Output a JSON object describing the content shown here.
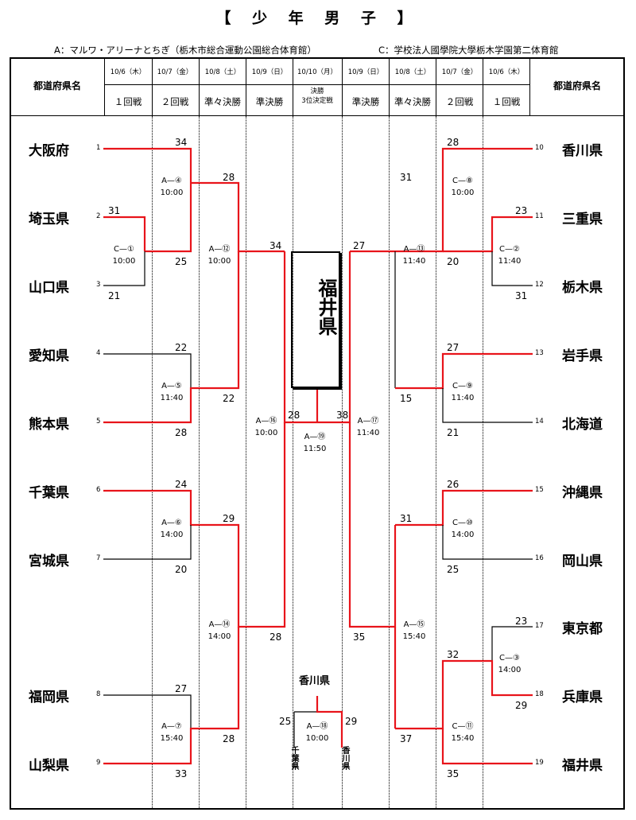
{
  "title": "【 少 年 男 子 】",
  "venues": {
    "a": "A：マルワ・アリーナとちぎ（栃木市総合運動公園総合体育館）",
    "c": "C：学校法人國學院大學栃木学園第二体育館"
  },
  "header": {
    "pref_label_left": "都道府県名",
    "pref_label_right": "都道府県名",
    "columns": [
      {
        "date": "10/6（木）",
        "round": "１回戦"
      },
      {
        "date": "10/7（金）",
        "round": "２回戦"
      },
      {
        "date": "10/8（土）",
        "round": "準々決勝"
      },
      {
        "date": "10/9（日）",
        "round": "準決勝"
      },
      {
        "date": "10/10（月）",
        "round": "決勝\n3位決定戦"
      },
      {
        "date": "10/9（日）",
        "round": "準決勝"
      },
      {
        "date": "10/8（土）",
        "round": "準々決勝"
      },
      {
        "date": "10/7（金）",
        "round": "２回戦"
      },
      {
        "date": "10/6（木）",
        "round": "１回戦"
      }
    ]
  },
  "teams_left": [
    {
      "seed": "1",
      "name": "大阪府"
    },
    {
      "seed": "2",
      "name": "埼玉県"
    },
    {
      "seed": "3",
      "name": "山口県"
    },
    {
      "seed": "4",
      "name": "愛知県"
    },
    {
      "seed": "5",
      "name": "熊本県"
    },
    {
      "seed": "6",
      "name": "千葉県"
    },
    {
      "seed": "7",
      "name": "宮城県"
    },
    {
      "seed": "8",
      "name": "福岡県"
    },
    {
      "seed": "9",
      "name": "山梨県"
    }
  ],
  "teams_right": [
    {
      "seed": "10",
      "name": "香川県"
    },
    {
      "seed": "11",
      "name": "三重県"
    },
    {
      "seed": "12",
      "name": "栃木県"
    },
    {
      "seed": "13",
      "name": "岩手県"
    },
    {
      "seed": "14",
      "name": "北海道"
    },
    {
      "seed": "15",
      "name": "沖縄県"
    },
    {
      "seed": "16",
      "name": "岡山県"
    },
    {
      "seed": "17",
      "name": "東京都"
    },
    {
      "seed": "18",
      "name": "兵庫県"
    },
    {
      "seed": "19",
      "name": "福井県"
    }
  ],
  "matches": [
    {
      "code": "C—①",
      "time": "10:00"
    },
    {
      "code": "A—④",
      "time": "10:00"
    },
    {
      "code": "A—⑤",
      "time": "11:40"
    },
    {
      "code": "A—⑥",
      "time": "14:00"
    },
    {
      "code": "A—⑦",
      "time": "15:40"
    },
    {
      "code": "A—⑫",
      "time": "10:00"
    },
    {
      "code": "A—⑭",
      "time": "14:00"
    },
    {
      "code": "A—⑯",
      "time": "10:00"
    },
    {
      "code": "A—⑲",
      "time": "11:50"
    },
    {
      "code": "A—⑰",
      "time": "11:40"
    },
    {
      "code": "A—⑱",
      "time": "10:00"
    },
    {
      "code": "A—⑬",
      "time": "11:40"
    },
    {
      "code": "A—⑮",
      "time": "15:40"
    },
    {
      "code": "C—⑧",
      "time": "10:00"
    },
    {
      "code": "C—⑨",
      "time": "11:40"
    },
    {
      "code": "C—⑩",
      "time": "14:00"
    },
    {
      "code": "C—⑪",
      "time": "15:40"
    },
    {
      "code": "C—②",
      "time": "11:40"
    },
    {
      "code": "C—③",
      "time": "14:00"
    }
  ],
  "scores": [
    "34",
    "31",
    "21",
    "25",
    "28",
    "22",
    "22",
    "28",
    "24",
    "20",
    "29",
    "27",
    "28",
    "33",
    "34",
    "28",
    "28",
    "38",
    "27",
    "31",
    "28",
    "23",
    "20",
    "31",
    "27",
    "15",
    "21",
    "26",
    "31",
    "25",
    "23",
    "32",
    "29",
    "35",
    "37",
    "35",
    "25",
    "29"
  ],
  "champion": "福井県",
  "third_place": {
    "winner": "香川県",
    "left_team": "千葉県",
    "right_team": "香川県"
  },
  "colors": {
    "winner_line": "#e8141b",
    "line": "#000000"
  }
}
